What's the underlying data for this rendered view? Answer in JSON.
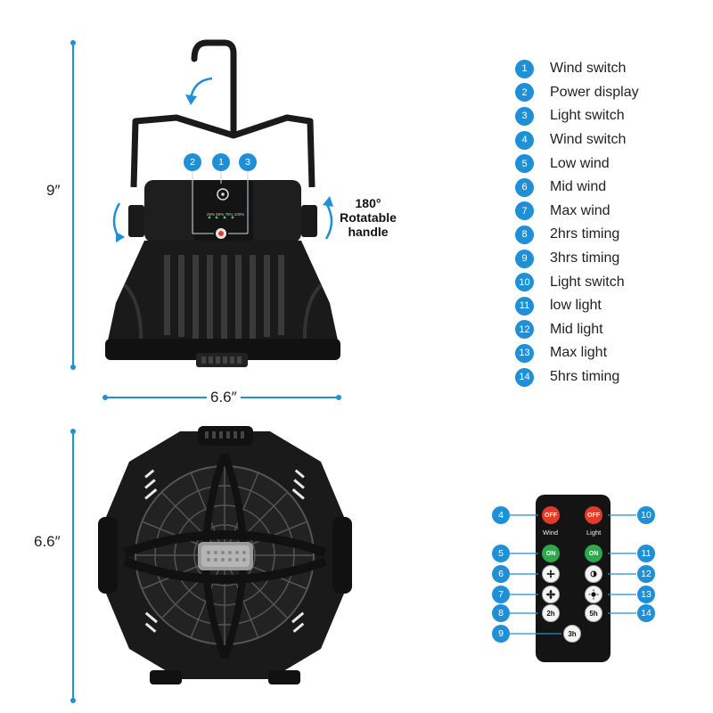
{
  "dimensions": {
    "height_side": "9″",
    "width_side": "6.6″",
    "height_front": "6.6″"
  },
  "rotation": {
    "angle": "180°",
    "line1": "Rotatable",
    "line2": "handle"
  },
  "fan_callouts": [
    "2",
    "1",
    "3"
  ],
  "power_display": "25% 50% 75% 100%",
  "legend": [
    {
      "num": "1",
      "label": "Wind switch"
    },
    {
      "num": "2",
      "label": "Power display"
    },
    {
      "num": "3",
      "label": "Light switch"
    },
    {
      "num": "4",
      "label": "Wind switch"
    },
    {
      "num": "5",
      "label": "Low wind"
    },
    {
      "num": "6",
      "label": "Mid wind"
    },
    {
      "num": "7",
      "label": "Max wind"
    },
    {
      "num": "8",
      "label": "2hrs timing"
    },
    {
      "num": "9",
      "label": "3hrs timing"
    },
    {
      "num": "10",
      "label": "Light switch"
    },
    {
      "num": "11",
      "label": "low light"
    },
    {
      "num": "12",
      "label": "Mid light"
    },
    {
      "num": "13",
      "label": "Max light"
    },
    {
      "num": "14",
      "label": "5hrs timing"
    }
  ],
  "remote": {
    "off_label": "OFF",
    "on_label": "ON",
    "wind_label": "Wind",
    "light_label": "Light",
    "timer_2h": "2h",
    "timer_3h": "3h",
    "timer_5h": "5h",
    "badges_left": [
      "4",
      "5",
      "6",
      "7",
      "8",
      "9"
    ],
    "badges_right": [
      "10",
      "11",
      "12",
      "13",
      "14"
    ]
  },
  "colors": {
    "accent": "#1f8fd6",
    "fan_body": "#1a1a1a",
    "off_button": "#e23b2a",
    "on_button": "#2ca94a"
  }
}
